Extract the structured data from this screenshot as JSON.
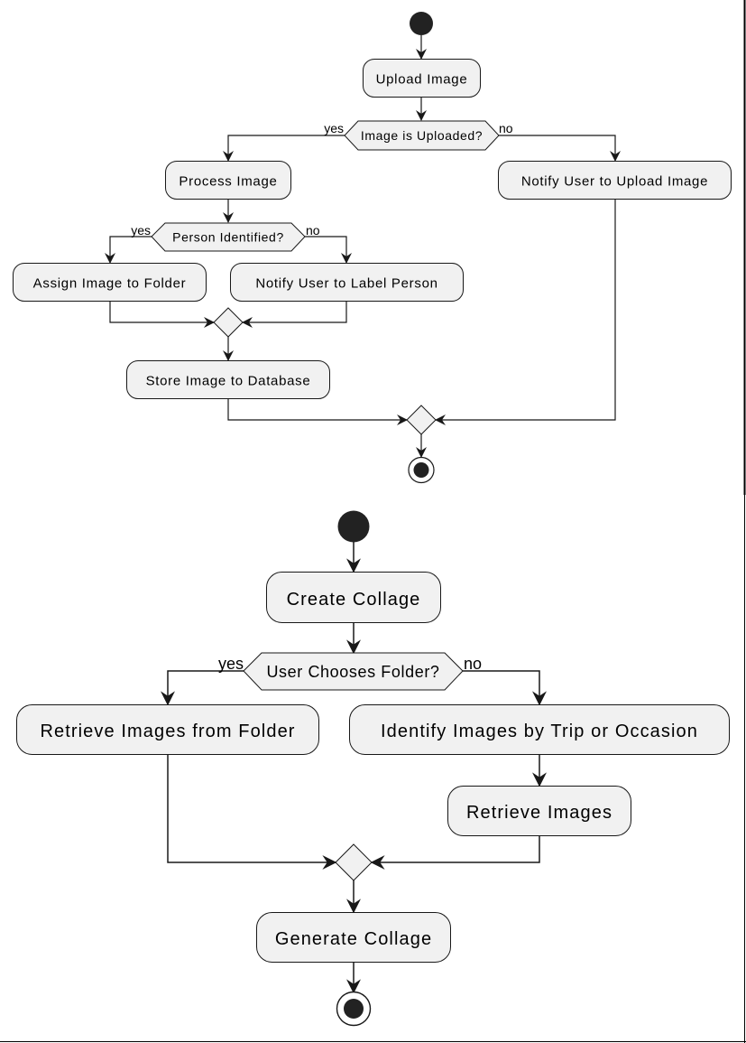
{
  "diagram1": {
    "upload_image": "Upload Image",
    "image_uploaded_q": "Image is Uploaded?",
    "yes": "yes",
    "no": "no",
    "process_image": "Process Image",
    "notify_upload": "Notify User to Upload Image",
    "person_identified_q": "Person Identified?",
    "assign_folder": "Assign Image to Folder",
    "notify_label": "Notify User to Label Person",
    "store_db": "Store Image to Database"
  },
  "diagram2": {
    "create_collage": "Create Collage",
    "user_chooses_folder_q": "User Chooses Folder?",
    "yes": "yes",
    "no": "no",
    "retrieve_from_folder": "Retrieve Images from Folder",
    "identify_by_trip": "Identify Images by Trip or Occasion",
    "retrieve_images": "Retrieve Images",
    "generate_collage": "Generate Collage"
  },
  "colors": {
    "node_fill": "#f1f1f1",
    "stroke": "#181818",
    "background": "#ffffff"
  }
}
